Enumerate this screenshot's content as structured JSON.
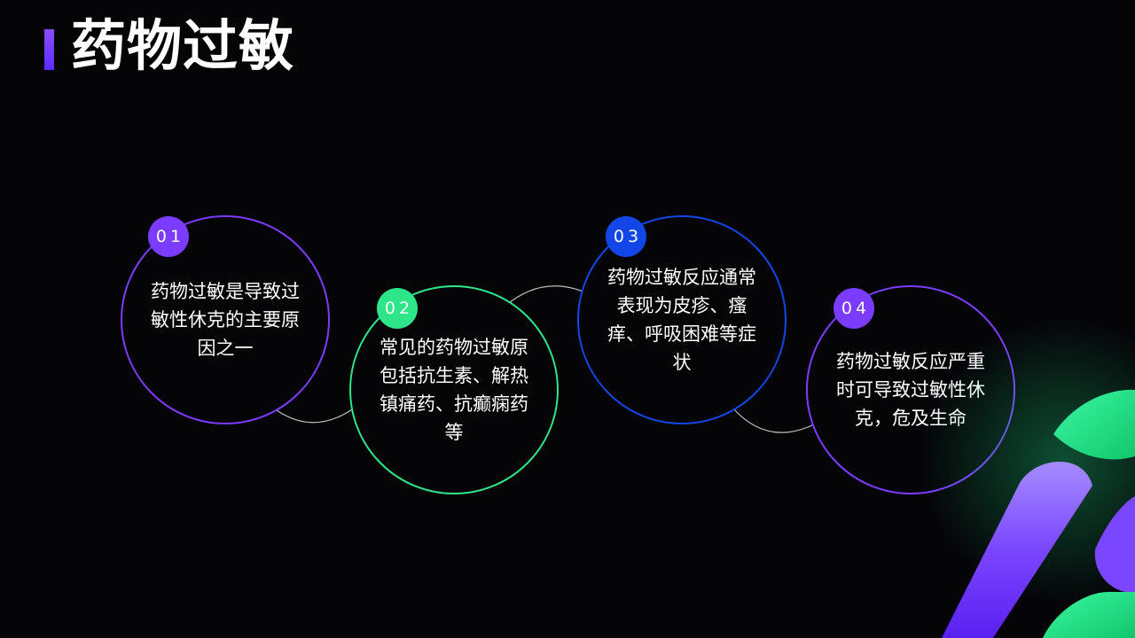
{
  "title": "药物过敏",
  "colors": {
    "purple": "#7b3cff",
    "green": "#2ee58a",
    "blue": "#1346e6",
    "background": "#050508"
  },
  "steps": [
    {
      "number": "01",
      "text": "药物过敏是导致过敏性休克的主要原因之一",
      "color": "#7b3cff"
    },
    {
      "number": "02",
      "text": "常见的药物过敏原包括抗生素、解热镇痛药、抗癫痫药等",
      "color": "#2ee58a"
    },
    {
      "number": "03",
      "text": "药物过敏反应通常表现为皮疹、瘙痒、呼吸困难等症状",
      "color": "#1346e6"
    },
    {
      "number": "04",
      "text": "药物过敏反应严重时可导致过敏性休克，危及生命",
      "color": "#7b3cff"
    }
  ]
}
